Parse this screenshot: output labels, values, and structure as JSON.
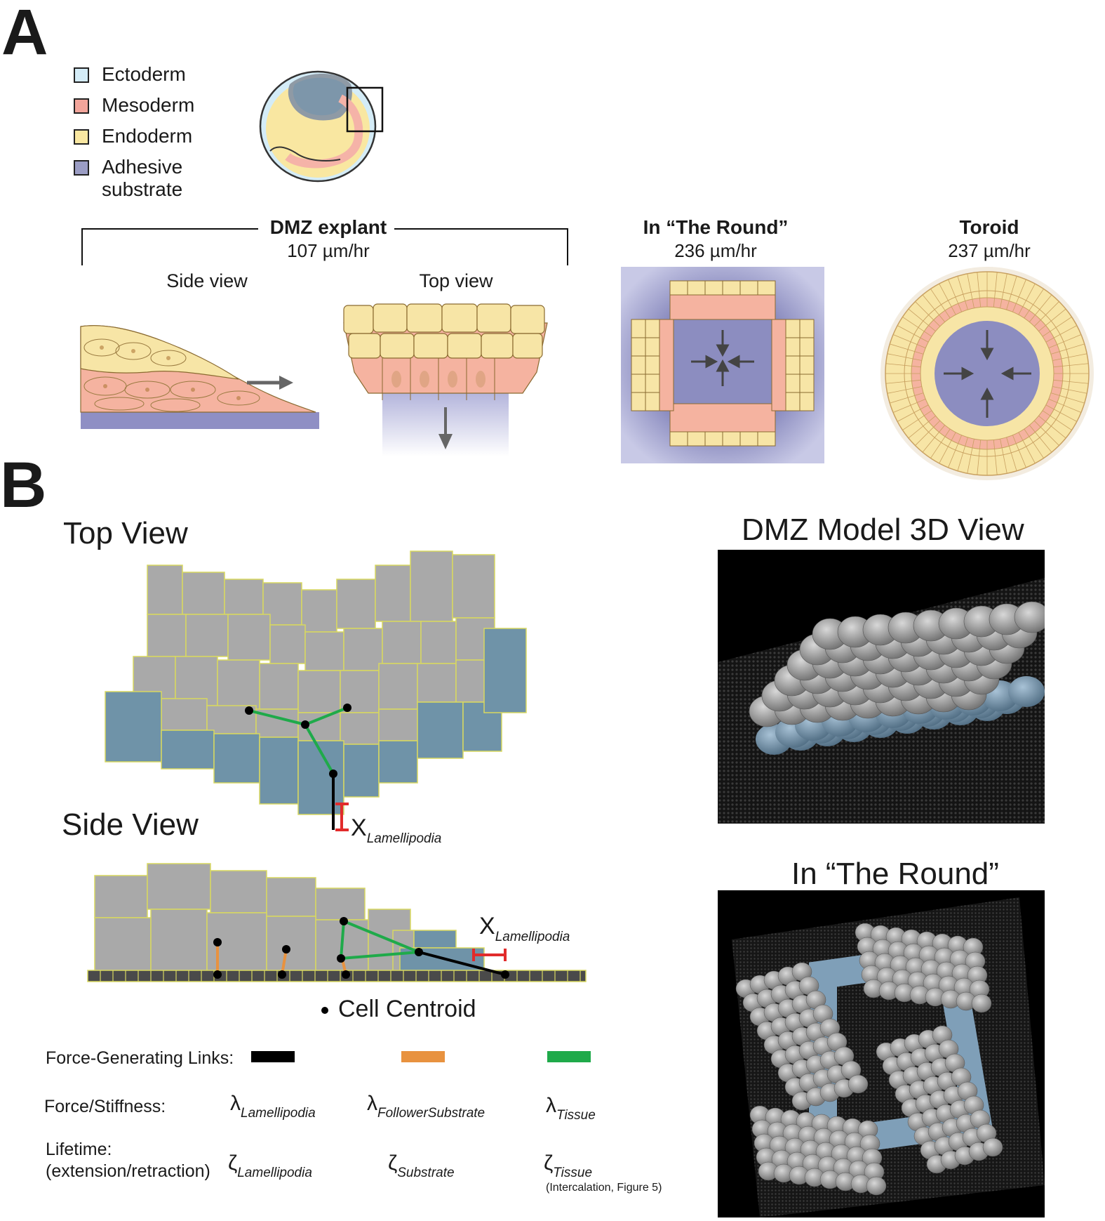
{
  "panel_a": {
    "letter": "A",
    "legend": [
      {
        "label": "Ectoderm",
        "color": "#d4ecf7"
      },
      {
        "label": "Mesoderm",
        "color": "#f2a59b"
      },
      {
        "label": "Endoderm",
        "color": "#f9e7a1"
      },
      {
        "label": "Adhesive substrate",
        "label_line1": "Adhesive",
        "label_line2": "substrate",
        "color": "#9b9dc4"
      }
    ],
    "dmz": {
      "title": "DMZ explant",
      "speed": "107 µm/hr",
      "side_view": "Side view",
      "top_view": "Top view"
    },
    "round": {
      "title": "In “The Round”",
      "speed": "236 µm/hr"
    },
    "toroid": {
      "title": "Toroid",
      "speed": "237 µm/hr"
    }
  },
  "panel_b": {
    "letter": "B",
    "top_view": "Top View",
    "side_view": "Side View",
    "x_lam_base": "X",
    "x_lam_sub": "Lamellipodia",
    "centroid_label": "Cell Centroid",
    "model_3d_title": "DMZ Model 3D View",
    "round_title": "In “The Round”",
    "rows": {
      "links_label": "Force-Generating Links:",
      "force_label": "Force/Stiffness:",
      "lifetime_line1": "Lifetime:",
      "lifetime_line2": "(extension/retraction)"
    },
    "link_colors": [
      "#000000",
      "#e8923f",
      "#1faa4a"
    ],
    "lambda": [
      {
        "sym": "λ",
        "sub": "Lamellipodia"
      },
      {
        "sym": "λ",
        "sub": "FollowerSubstrate"
      },
      {
        "sym": "λ",
        "sub": "Tissue"
      }
    ],
    "zeta": [
      {
        "sym": "ζ",
        "sub": "Lamellipodia"
      },
      {
        "sym": "ζ",
        "sub": "Substrate"
      },
      {
        "sym": "ζ",
        "sub": "Tissue",
        "note": "(Intercalation, Figure 5)"
      }
    ]
  }
}
